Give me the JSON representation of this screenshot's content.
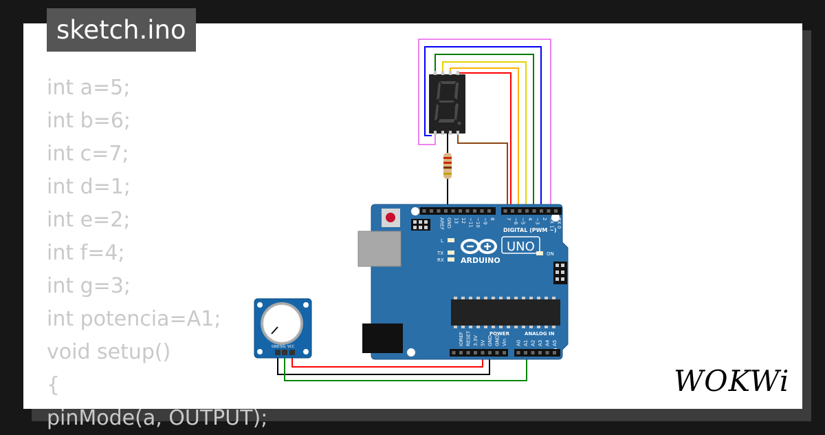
{
  "title": "sketch.ino",
  "code_lines": [
    "int a=5;",
    "int b=6;",
    "int c=7;",
    "int d=1;",
    "int e=2;",
    "int f=4;",
    "int g=3;",
    "int potencia=A1;",
    "void setup()",
    "{",
    "  pinMode(a, OUTPUT);"
  ],
  "board": {
    "brand": "ARDUINO",
    "model": "UNO",
    "digital_label": "DIGITAL (PWM ~)",
    "power_label": "POWER",
    "analog_label": "ANALOG IN",
    "top_pins": [
      "AREF",
      "GND",
      "13",
      "12",
      "~11",
      "~10",
      "~9",
      "8",
      "7",
      "~6",
      "~5",
      "4",
      "~3",
      "2",
      "TX 1",
      "RX 0"
    ],
    "power_pins": [
      "IOREF",
      "RESET",
      "3.3V",
      "5V",
      "GND",
      "GND",
      "Vin"
    ],
    "analog_pins": [
      "A0",
      "A1",
      "A2",
      "A3",
      "A4",
      "A5"
    ],
    "led_l": "L",
    "led_tx": "TX",
    "led_rx": "RX",
    "led_on": "ON"
  },
  "potentiometer": {
    "pins": [
      "GND",
      "SIG",
      "VCC"
    ]
  },
  "seven_segment": {
    "digit": "8"
  },
  "logo": "WOKWi"
}
